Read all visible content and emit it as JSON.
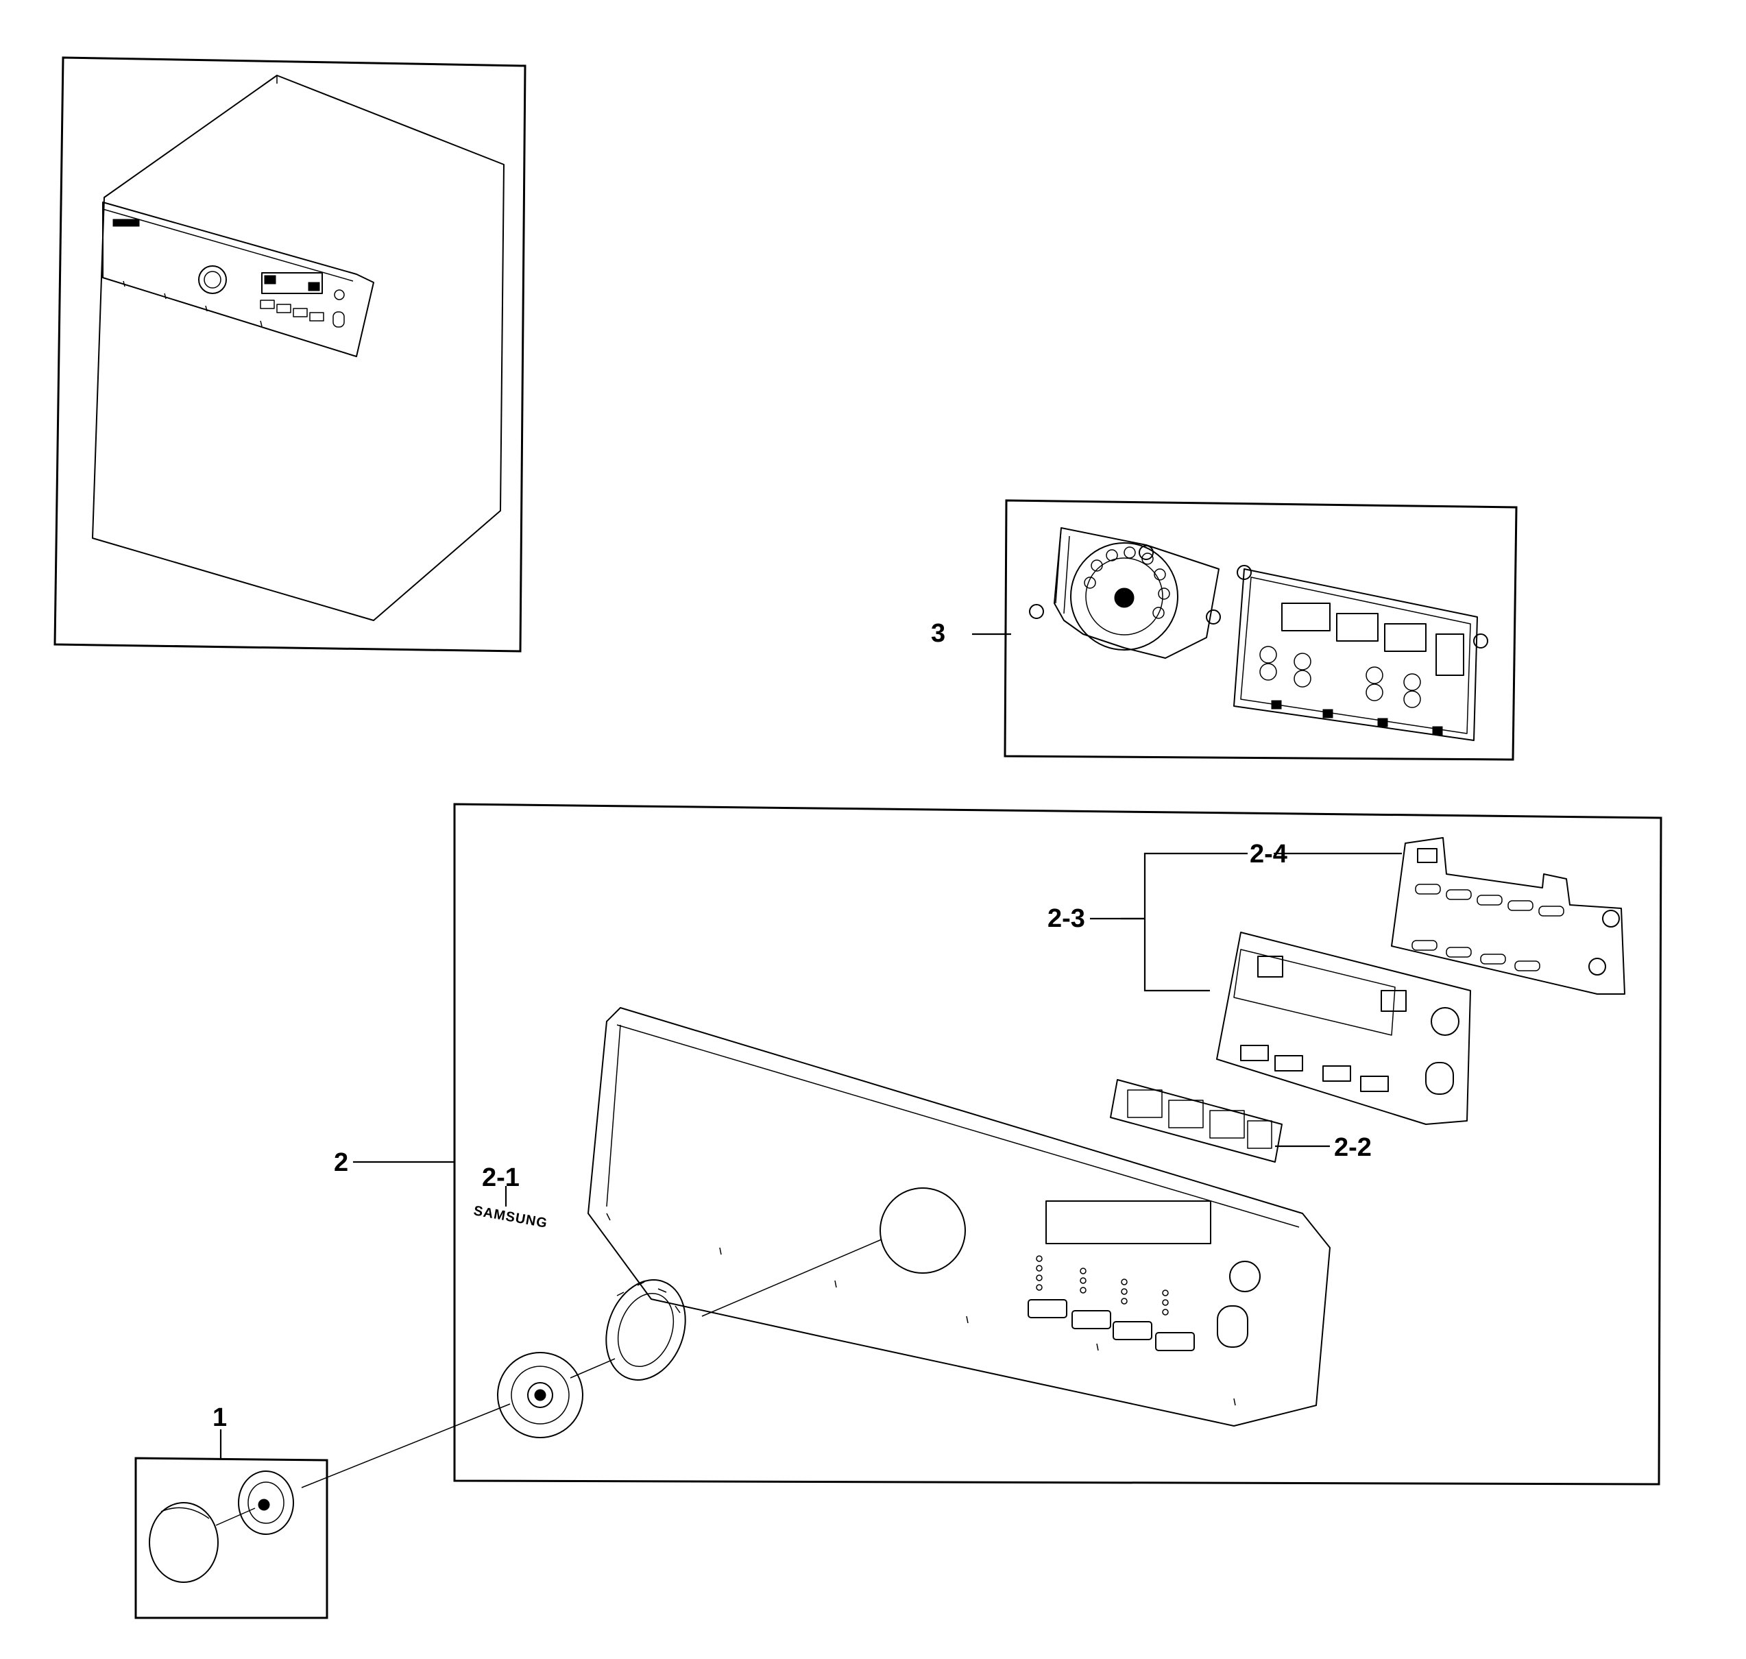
{
  "callouts": {
    "c1": "1",
    "c2": "2",
    "c2_1": "2-1",
    "c2_2": "2-2",
    "c2_3": "2-3",
    "c2_4": "2-4",
    "c3": "3"
  },
  "logo_text": "SAMSUNG"
}
